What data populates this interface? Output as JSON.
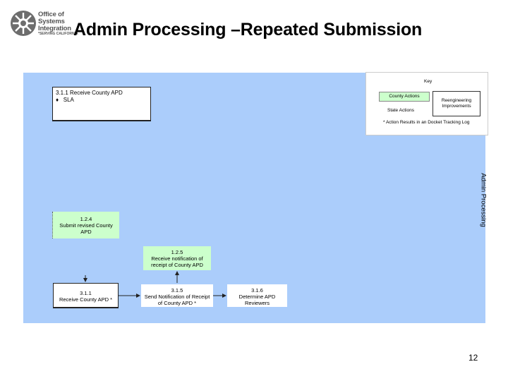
{
  "header": {
    "logo_line1": "Office of",
    "logo_line2": "Systems",
    "logo_line3": "Integration",
    "logo_tagline": "*SERVING CALIFORNIA",
    "title": "Admin Processing –Repeated Submission"
  },
  "diagram": {
    "lane_label": "Admin Processing",
    "nodes": {
      "receive_county_apd_top": {
        "title": "3.1.1 Receive County APD",
        "bullet": "♦",
        "bullet_text": "SLA"
      },
      "submit_revised": {
        "id": "1.2.4",
        "text": "Submit revised County APD"
      },
      "receive_notification": {
        "id": "1.2.5",
        "text": "Receive notification of receipt of County APD"
      },
      "receive_county_apd": {
        "id": "3.1.1",
        "text": "Receive County APD *"
      },
      "send_notification": {
        "id": "3.1.5",
        "text": "Send Notification of Receipt of County APD *"
      },
      "determine_reviewers": {
        "id": "3.1.6",
        "text": "Determine APD Reviewers"
      }
    },
    "key": {
      "title": "Key",
      "county_actions": "County Actions",
      "state_actions": "State Actions",
      "reengineering": "Reengineering Improvements",
      "note": "* Action Results in an Docket Tracking Log"
    }
  },
  "footer": {
    "page_number": "12"
  },
  "colors": {
    "canvas": "#abcdfb",
    "county": "#ccffcc",
    "state": "#ffffff"
  }
}
